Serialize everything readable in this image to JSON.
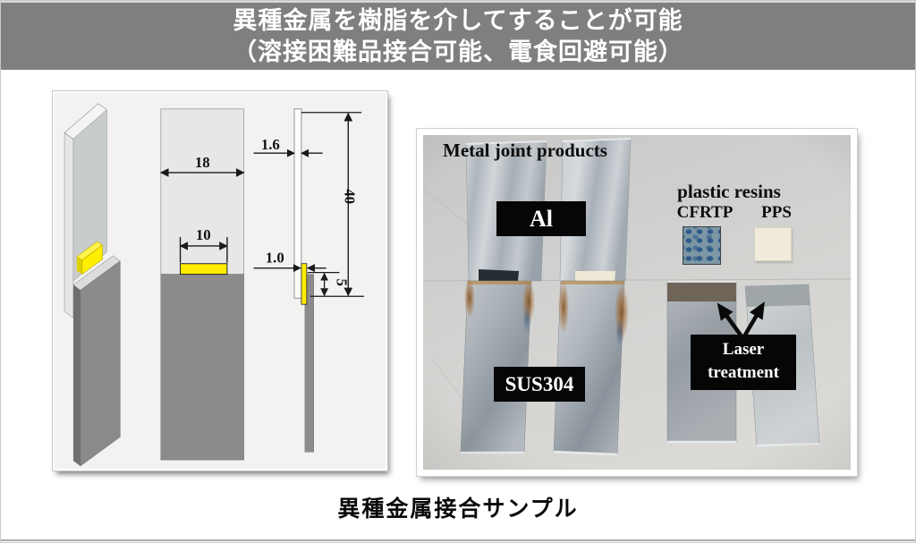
{
  "header": {
    "line1": "異種金属を樹脂を介してすることが可能",
    "line2": "（溶接困難品接合可能、電食回避可能）"
  },
  "caption": "異種金属接合サンプル",
  "diagram": {
    "dims": {
      "w18": "18",
      "w10": "10",
      "t1_6": "1.6",
      "t1_0": "1.0",
      "h40": "40",
      "h5": "5"
    }
  },
  "photo": {
    "title": "Metal joint products",
    "al_label": "Al",
    "plastic_resins": "plastic resins",
    "cfrtp": "CFRTP",
    "pps": "PPS",
    "sus_label": "SUS304",
    "laser_line1": "Laser",
    "laser_line2": "treatment"
  },
  "colors": {
    "banner_gray": "#7f7f7f",
    "resin_yellow": "#ffec00",
    "label_bg": "#000000",
    "label_text": "#ffffff",
    "metal_light": "#c8ccd0",
    "metal_dark": "#8e979e"
  }
}
